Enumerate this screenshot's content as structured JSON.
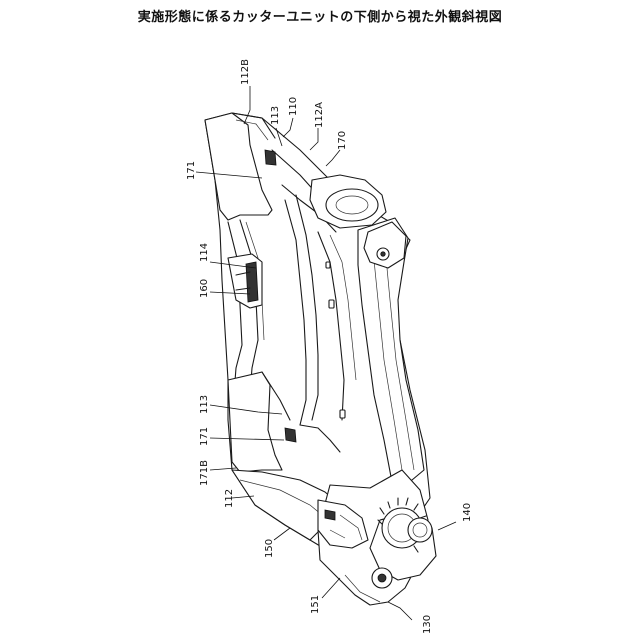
{
  "title": "実施形態に係るカッターユニットの下側から視た外観斜視図",
  "labels": {
    "l112B": "112B",
    "l113a": "113",
    "l110": "110",
    "l112A": "112A",
    "l170": "170",
    "l171a": "171",
    "l114": "114",
    "l160": "160",
    "l113b": "113",
    "l171b": "171",
    "l171B": "171B",
    "l112": "112",
    "l150": "150",
    "l140": "140",
    "l151": "151",
    "l130": "130"
  }
}
